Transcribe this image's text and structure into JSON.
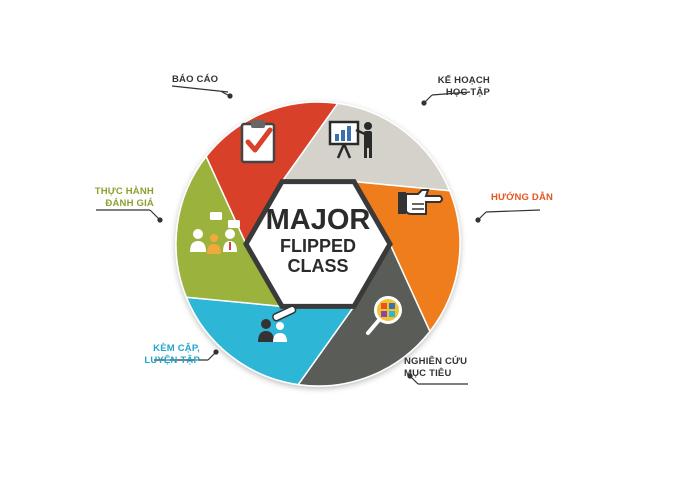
{
  "center": {
    "line1": "MAJOR",
    "line2": "FLIPPED",
    "line3": "CLASS"
  },
  "colors": {
    "bao_cao": "#d9412c",
    "ke_hoach": "#d4d2cb",
    "huong_dan": "#ef7d1e",
    "nghien_cuu": "#5a5c58",
    "kem_cap": "#2fb6d6",
    "thuc_hanh": "#9bb23c",
    "orange_text": "#e8541f",
    "green_text": "#8aa22d",
    "cyan_text": "#1fa7cc",
    "dark_text": "#333333"
  },
  "segments": [
    {
      "id": "bao-cao",
      "label": "BÁO CÁO",
      "icon": "clipboard-check-icon"
    },
    {
      "id": "ke-hoach",
      "label": "KẾ HOẠCH\nHỌC TẬP",
      "icon": "presentation-board-icon"
    },
    {
      "id": "huong-dan",
      "label": "HƯỚNG DẪN",
      "icon": "pointing-hand-icon"
    },
    {
      "id": "nghien-cuu",
      "label": "NGHIÊN CỨU\nMỤC TIÊU",
      "icon": "magnifier-icon"
    },
    {
      "id": "kem-cap",
      "label": "KÈM CẶP,\nLUYỆN TẬP",
      "icon": "mentor-diploma-icon"
    },
    {
      "id": "thuc-hanh",
      "label": "THỰC HÀNH\nĐÁNH GIÁ",
      "icon": "discussion-people-icon"
    }
  ]
}
